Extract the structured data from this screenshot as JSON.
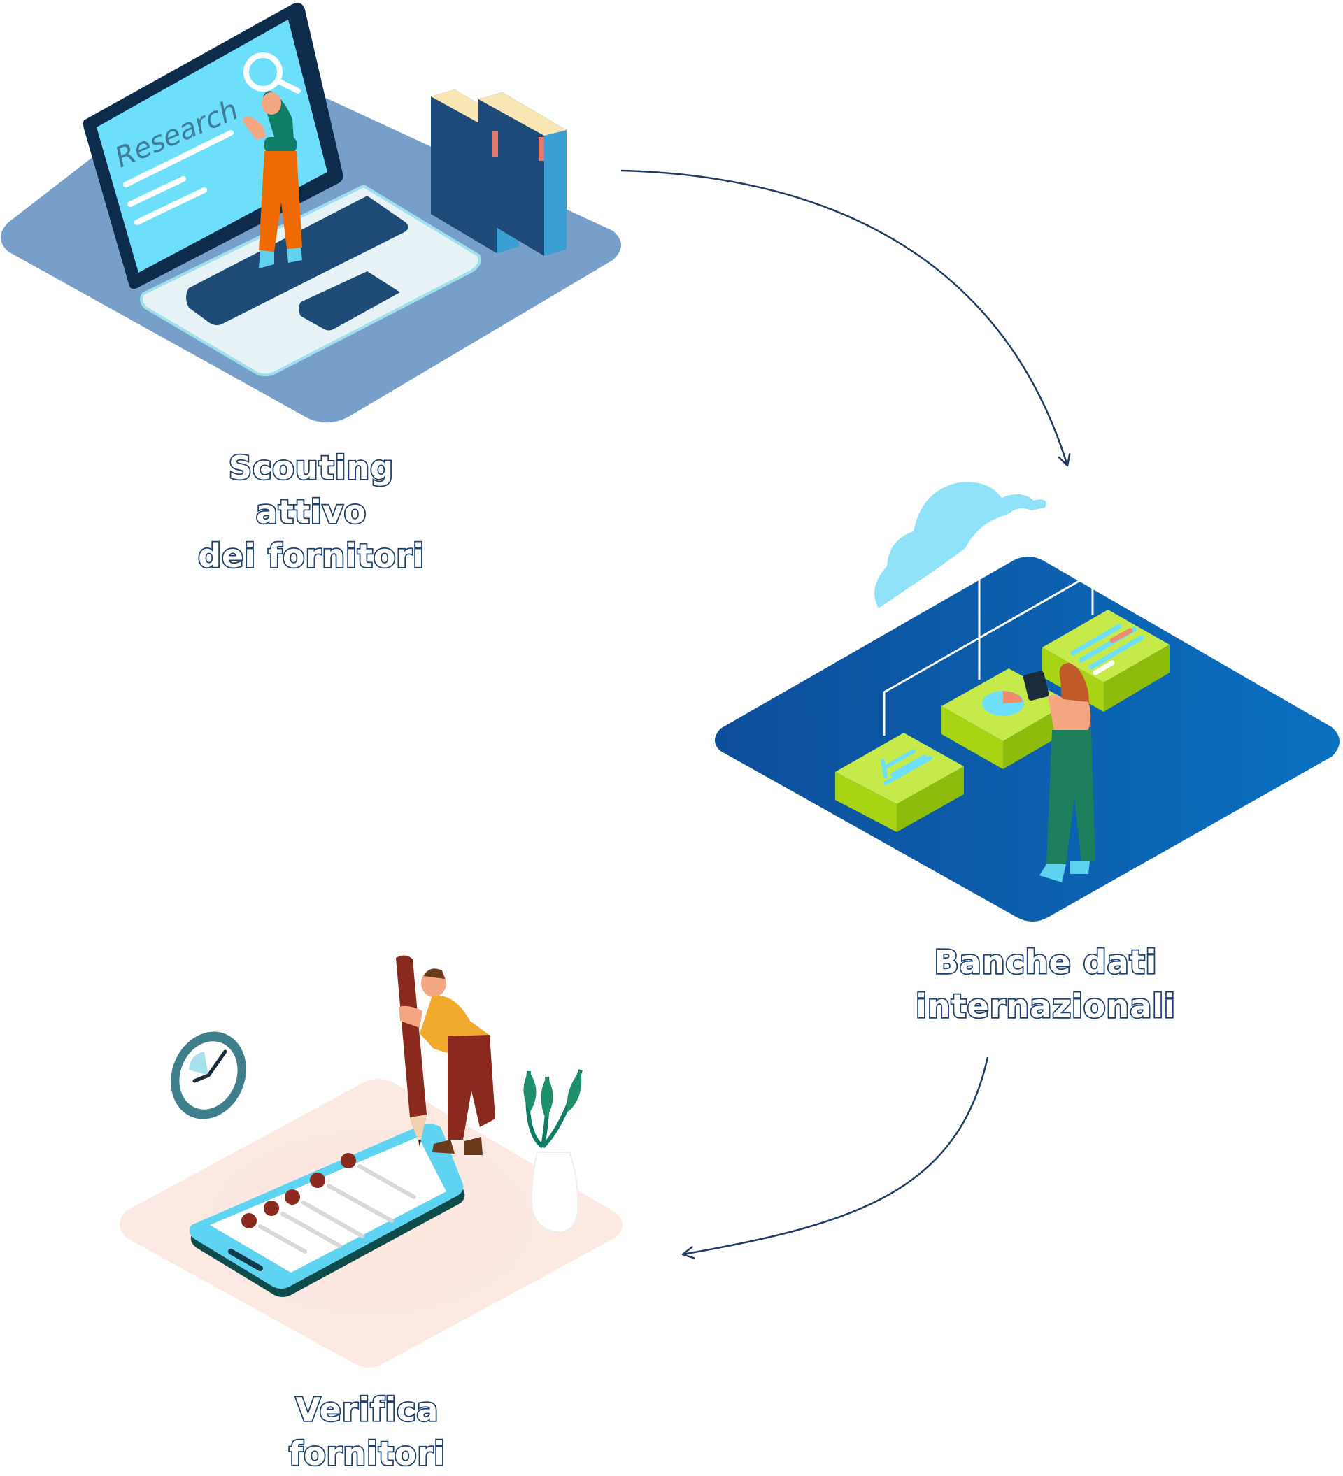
{
  "colors": {
    "navy": "#1c3f6e",
    "arrow": "#1d3b63",
    "platform_research": "#779fca",
    "platform_data": "#0d5aa7",
    "platform_verify": "#fbe4dc",
    "screen_cyan": "#6ddffb",
    "lime": "#a8d414",
    "orange": "#ef6a00",
    "green_pants": "#1e7f5c"
  },
  "steps": [
    {
      "id": "scouting",
      "lines": [
        "Scouting",
        "attivo",
        "dei fornitori"
      ],
      "screen_text": "Research",
      "icon": "laptop-research-icon"
    },
    {
      "id": "banche",
      "lines": [
        "Banche dati",
        "internazionali"
      ],
      "icon": "cloud-database-icon"
    },
    {
      "id": "verifica",
      "lines": [
        "Verifica",
        "fornitori"
      ],
      "icon": "checklist-phone-icon"
    }
  ]
}
